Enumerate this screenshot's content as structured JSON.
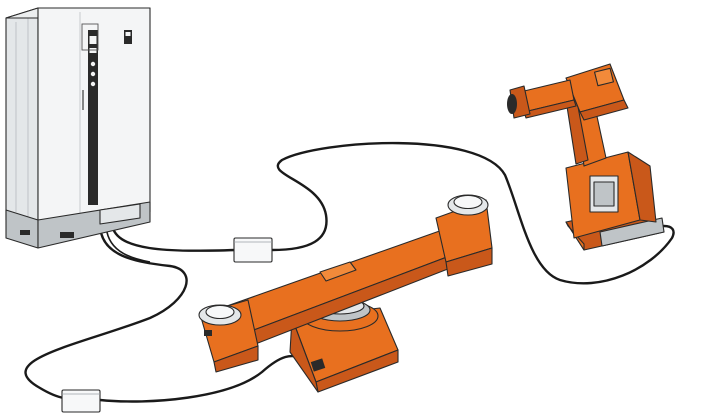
{
  "colors": {
    "robot_orange": "#e8701f",
    "robot_orange_dark": "#c9581a",
    "cabinet_white": "#f4f5f6",
    "cabinet_gray": "#bfc4c7",
    "cable": "#1a1a1a",
    "background": "#ffffff"
  },
  "components": [
    {
      "name": "controller-cabinet",
      "icon": "control-cabinet-icon"
    },
    {
      "name": "industrial-robot",
      "icon": "six-axis-robot-icon"
    },
    {
      "name": "positioner",
      "icon": "two-station-positioner-icon"
    },
    {
      "name": "cable-connector-upper",
      "icon": "connector-box-icon"
    },
    {
      "name": "cable-connector-lower",
      "icon": "connector-box-icon"
    }
  ]
}
